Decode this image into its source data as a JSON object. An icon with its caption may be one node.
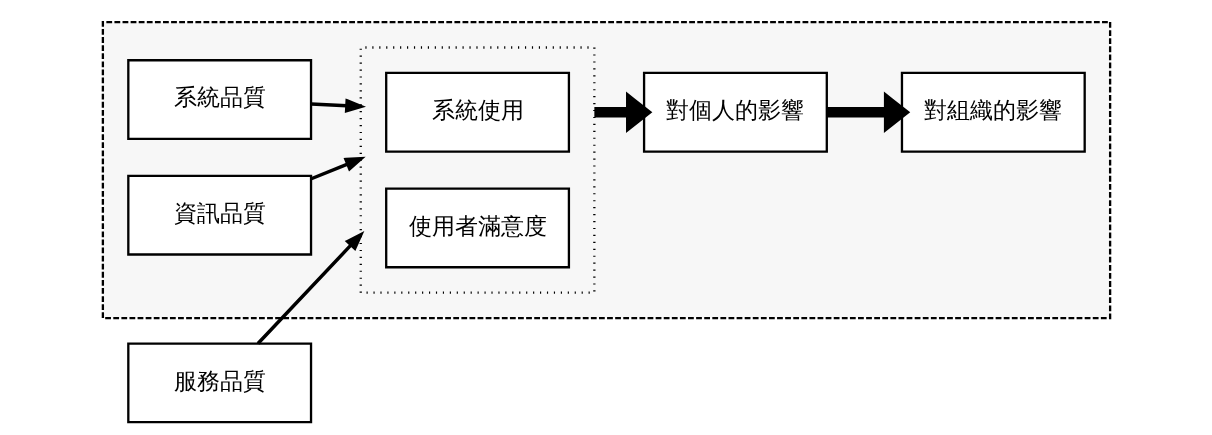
{
  "diagram": {
    "nodes": [
      {
        "text": [],
        "shape": "box"
      },
      {
        "text": [
          "系統品質"
        ],
        "in": 0
      },
      {
        "text": [
          "資訊品質"
        ],
        "in": 0
      },
      {
        "text": [
          "服務品質"
        ]
      },
      {
        "text": [],
        "shape": "box",
        "in": 0
      },
      {
        "text": [
          "系統使用"
        ],
        "in": 4
      },
      {
        "text": [
          "使用者滿意度"
        ],
        "in": 4
      },
      {
        "text": [
          "對個人的影響"
        ],
        "in": 0
      },
      {
        "text": [
          "對組織的影響"
        ],
        "in": 0
      }
    ],
    "edges": [
      {
        "from": 1,
        "to": 4,
        "arrow": "to"
      },
      {
        "from": 2,
        "to": 4,
        "arrow": "to"
      },
      {
        "from": 3,
        "to": 4,
        "arrow": "to"
      },
      {
        "from": 4,
        "to": 7,
        "arrow": "to",
        "style": "thick"
      },
      {
        "from": 7,
        "to": 8,
        "arrow": "to",
        "style": "thick"
      }
    ]
  }
}
